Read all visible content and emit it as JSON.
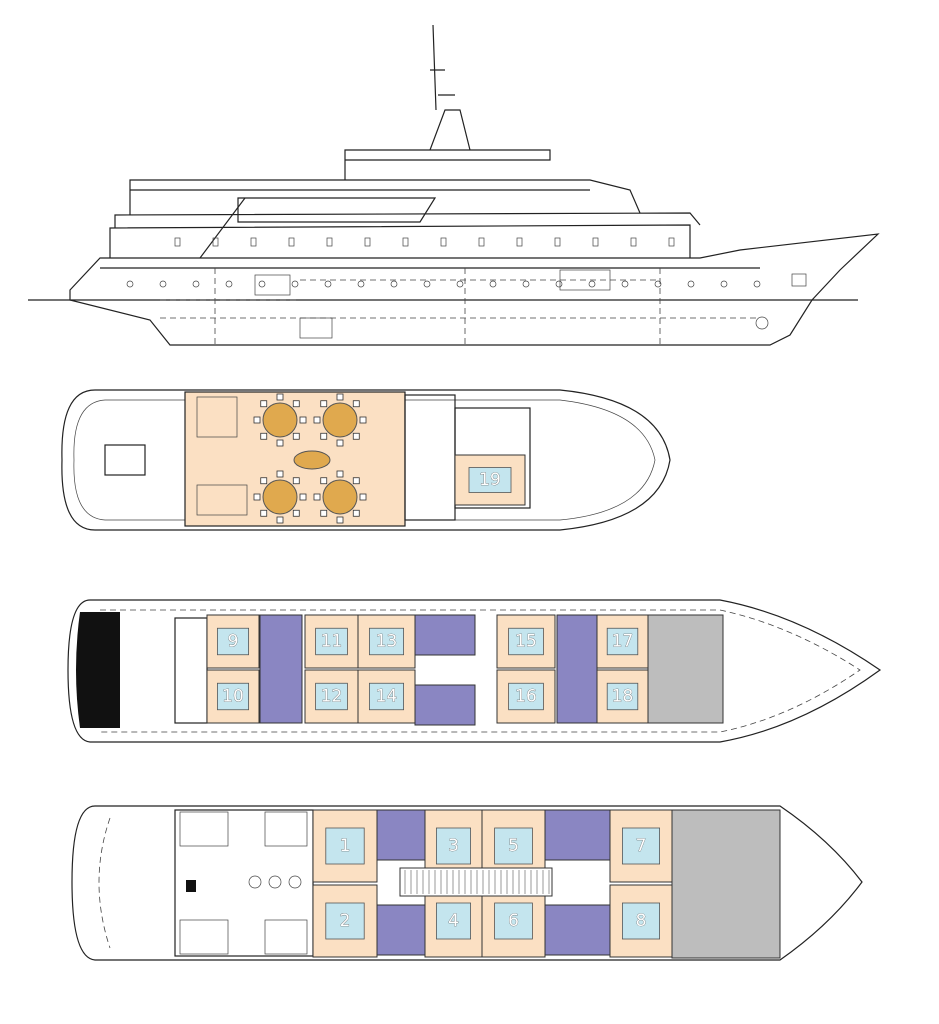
{
  "colors": {
    "cabin": "#fbe0c3",
    "bathroom": "#8a86c2",
    "bed": "#c4e5ee",
    "service": "#bdbdbd",
    "table": "#e0a94e",
    "line": "#222222"
  },
  "views": [
    "side-profile",
    "sun-deck",
    "upper-deck",
    "main-deck"
  ],
  "cabins": {
    "sun_deck": [
      "19"
    ],
    "upper_deck": [
      "9",
      "10",
      "11",
      "12",
      "13",
      "14",
      "15",
      "16",
      "17",
      "18"
    ],
    "main_deck": [
      "1",
      "2",
      "3",
      "4",
      "5",
      "6",
      "7",
      "8"
    ]
  }
}
